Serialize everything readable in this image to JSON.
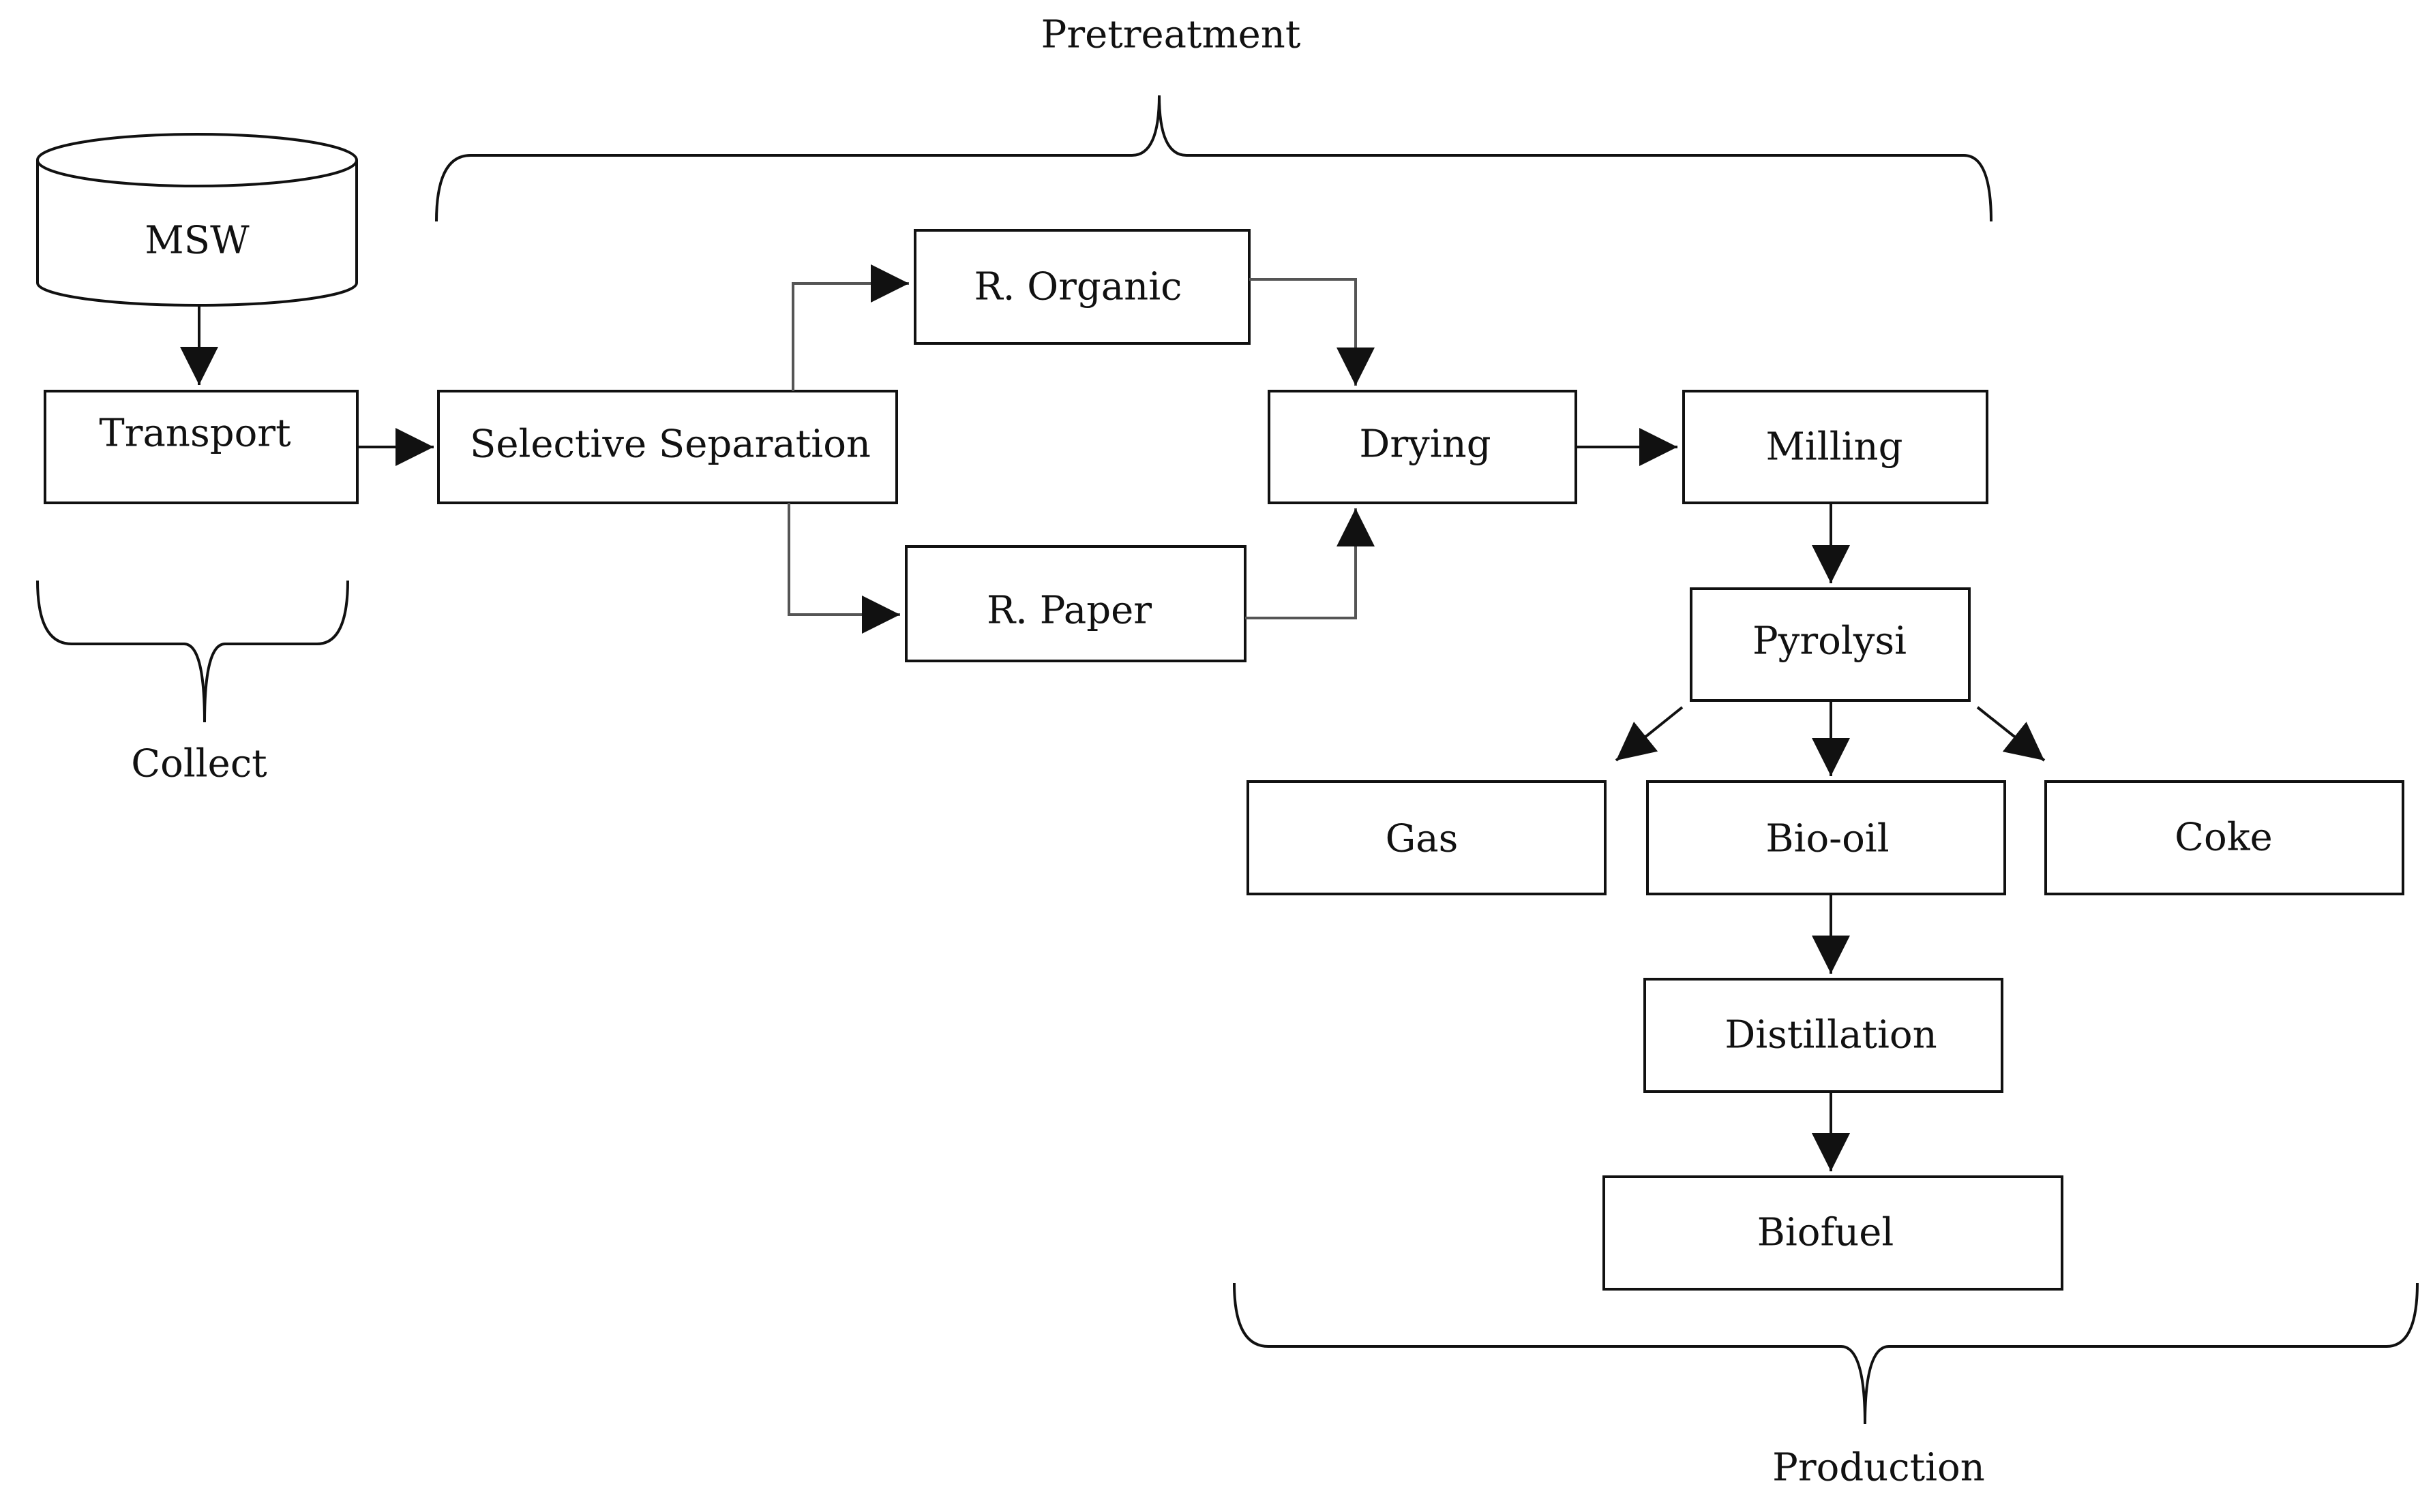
{
  "nodes": {
    "msw": "MSW",
    "transport": "Transport",
    "selective_separation": "Selective Separation",
    "r_organic": "R. Organic",
    "r_paper": "R. Paper",
    "drying": "Drying",
    "milling": "Milling",
    "pyrolysi": "Pyrolysi",
    "gas": "Gas",
    "bio_oil": "Bio-oil",
    "coke": "Coke",
    "distillation": "Distillation",
    "biofuel": "Biofuel"
  },
  "groups": {
    "pretreatment": "Pretreatment",
    "collect": "Collect",
    "production": "Production"
  },
  "colors": {
    "stroke": "#111111",
    "connector_gray": "#555555",
    "background": "#ffffff"
  }
}
